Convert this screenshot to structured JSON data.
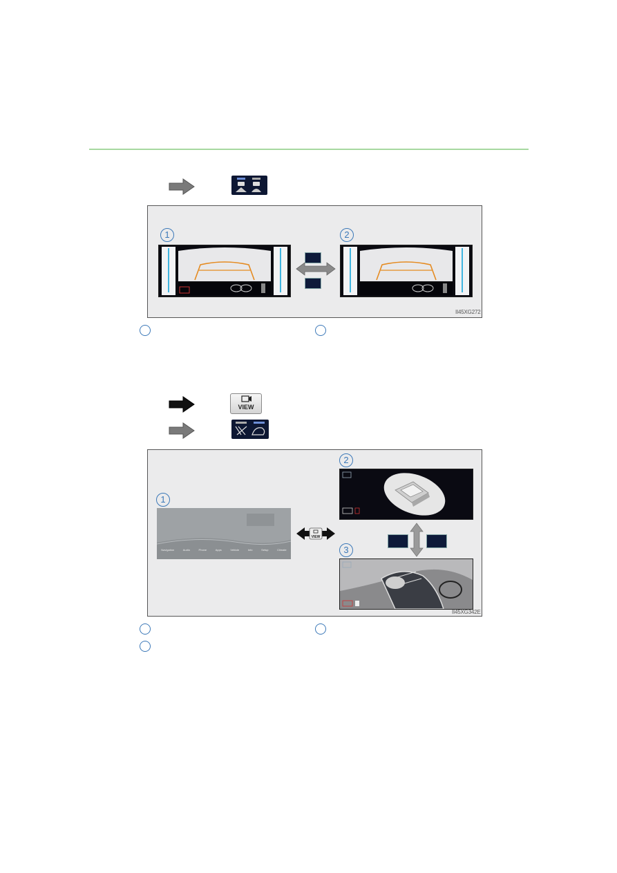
{
  "section1": {
    "figure_code": "II45XG272",
    "callouts": [
      "1",
      "2"
    ],
    "icon_name": "camera-angle-switch-icon"
  },
  "section2": {
    "figure_code": "II45XG342E",
    "callouts": [
      "1",
      "2",
      "3"
    ],
    "view_button_label": "VIEW",
    "view_button_label_small": "VIEW",
    "menu_items": [
      "Navigation",
      "Audio",
      "Phone",
      "Apps",
      "Vehicle",
      "Info",
      "Setup",
      "Climate"
    ]
  },
  "colors": {
    "rule": "#a6d8a0",
    "callout": "#3b78b8",
    "guide_line": "#e58a1f",
    "side_bar": "#3fb4e0"
  }
}
